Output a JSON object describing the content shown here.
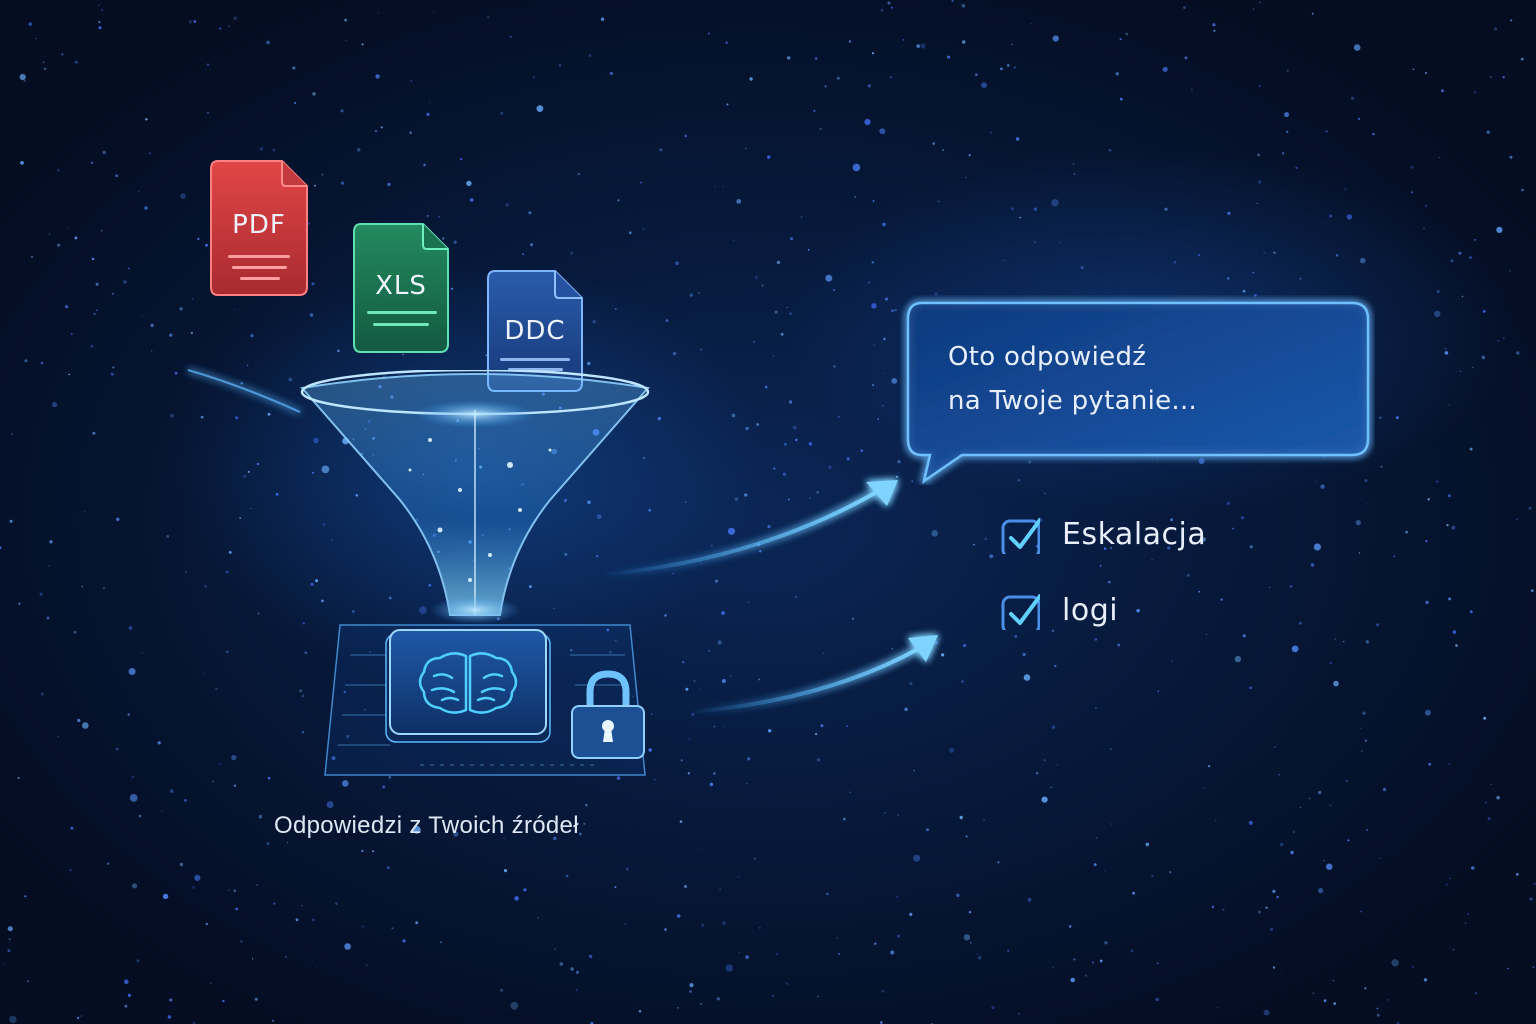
{
  "documents": [
    {
      "type": "PDF",
      "label": "PDF",
      "color": "#d23a3a",
      "icon": "pdf-file-icon"
    },
    {
      "type": "XLS",
      "label": "XLS",
      "color": "#1f7a55",
      "icon": "xls-file-icon"
    },
    {
      "type": "DOC",
      "label": "DDC",
      "color": "#1f4f9a",
      "icon": "doc-file-icon"
    }
  ],
  "center": {
    "funnel_icon": "funnel-icon",
    "chip_icon": "brain-chip-icon",
    "lock_icon": "padlock-icon"
  },
  "caption": "Odpowiedzi z Twoich źródeł",
  "chat_bubble": {
    "line1": "Oto odpowiedź",
    "line2": "na Twoje pytanie..."
  },
  "checklist": [
    {
      "label": "Eskalacja",
      "checked": true
    },
    {
      "label": "logi",
      "checked": true
    }
  ],
  "colors": {
    "background": "#061432",
    "accent_glow": "#3fa9ff",
    "check_box": "#4a8fe6",
    "check_mark": "#5fd0ff",
    "text": "#e8eefa"
  }
}
